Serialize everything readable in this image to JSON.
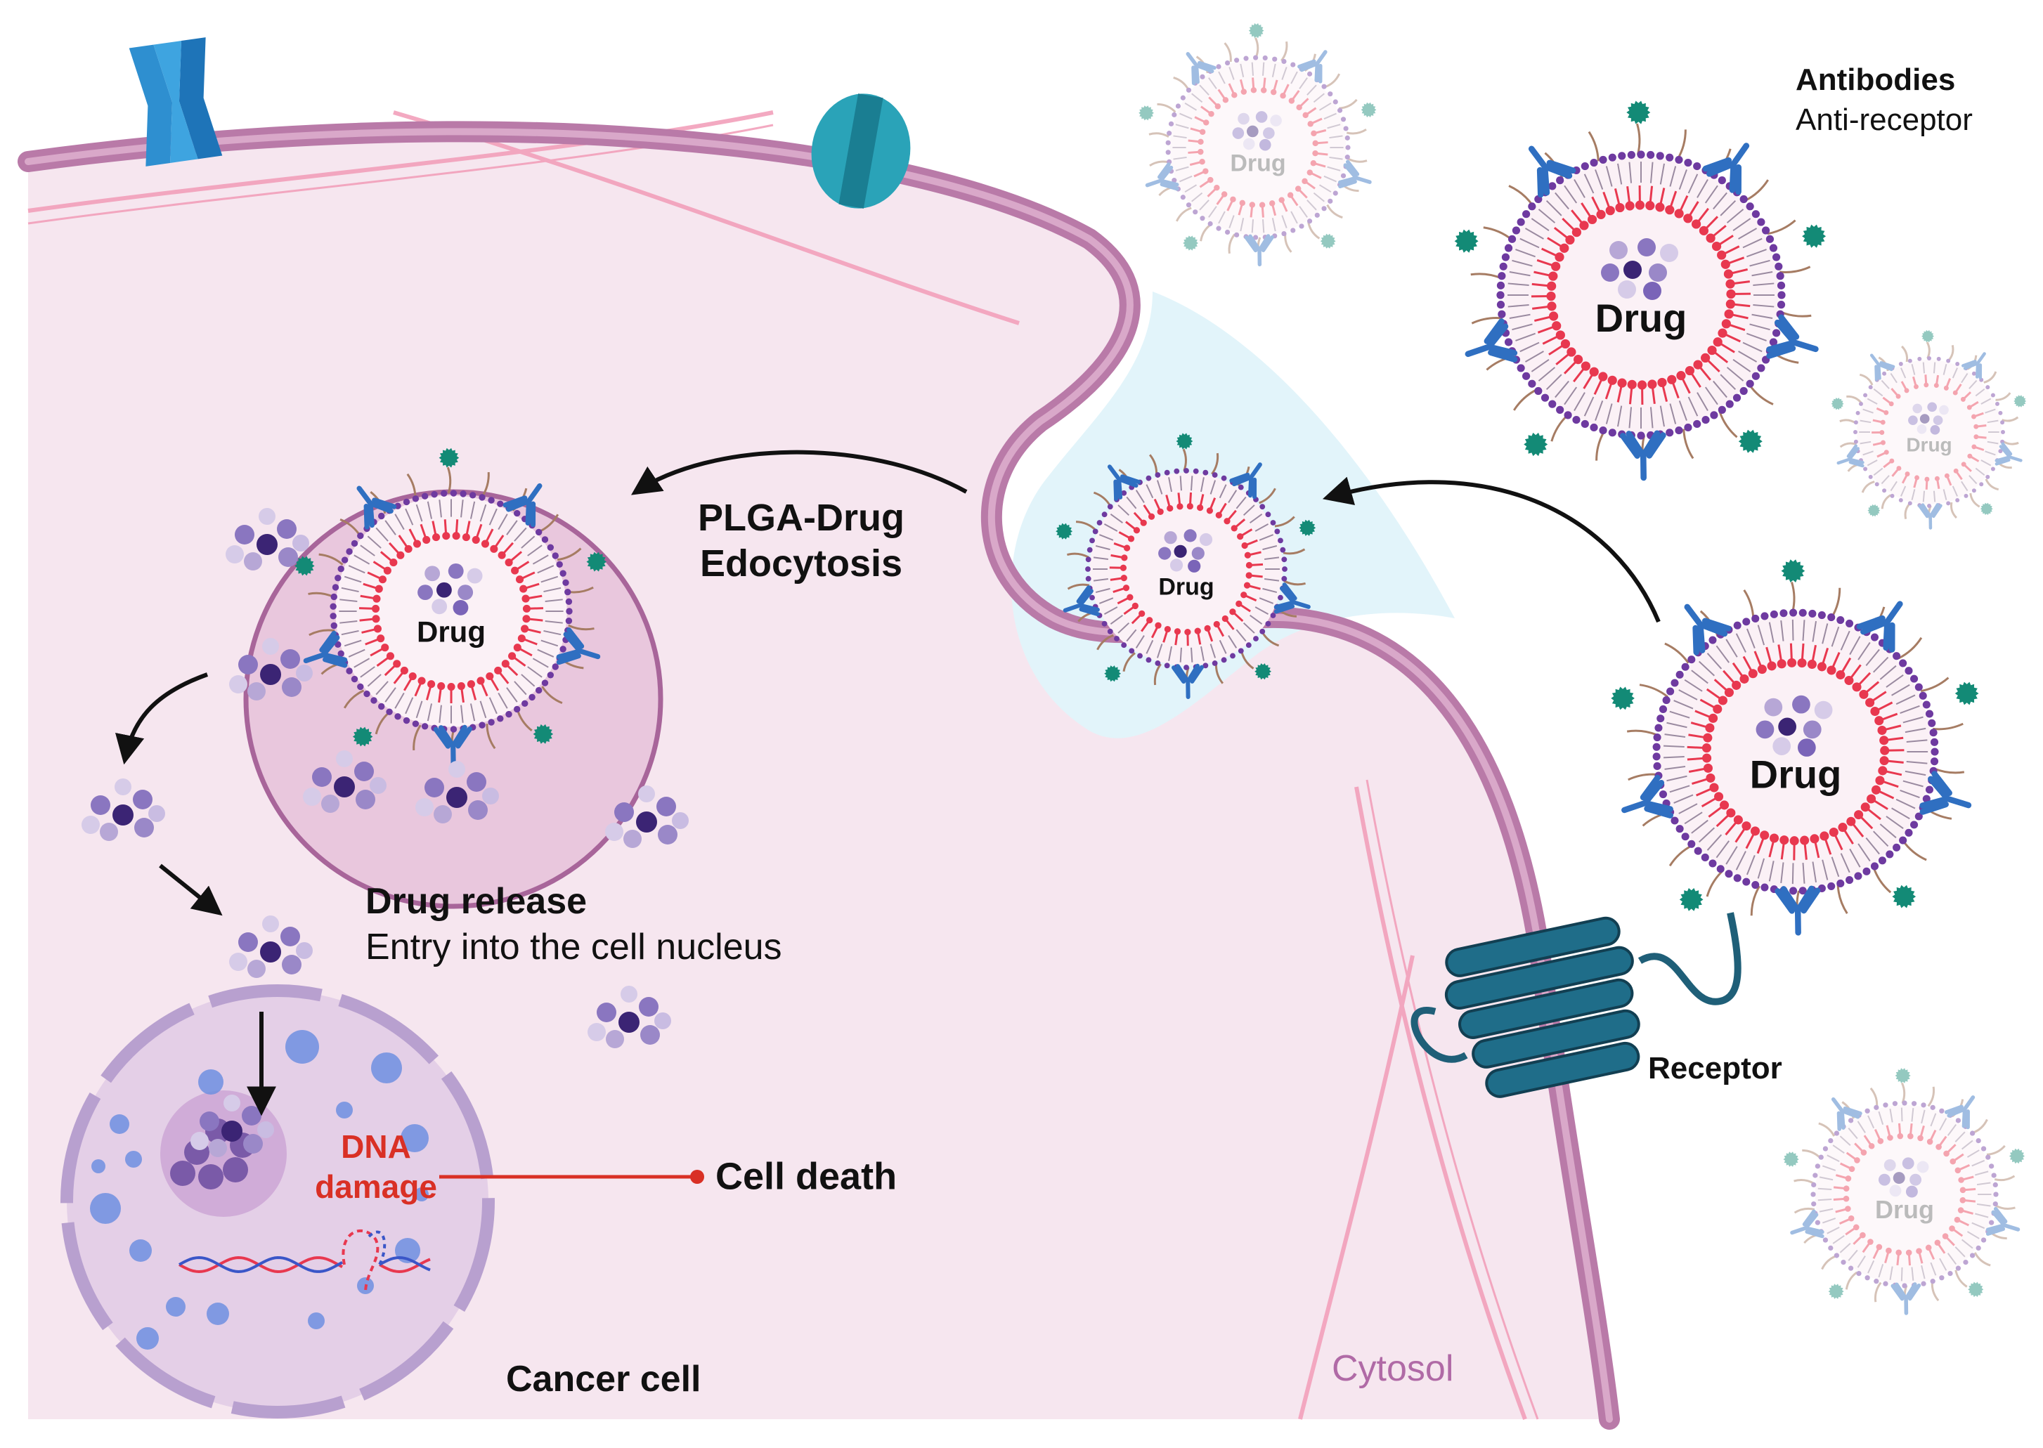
{
  "labels": {
    "antibodies": "Antibodies",
    "anti_receptor": "Anti-receptor",
    "plga_drug": "PLGA-Drug",
    "edocytosis": "Edocytosis",
    "drug_release": "Drug release",
    "entry_nucleus": "Entry into the cell nucleus",
    "dna": "DNA",
    "damage": "damage",
    "cell_death": "Cell death",
    "receptor": "Receptor",
    "cancer_cell": "Cancer cell",
    "cytosol": "Cytosol"
  },
  "nanoparticles": [
    {
      "id": "np-topright-large",
      "label": "Drug",
      "faded": false
    },
    {
      "id": "np-top-faded",
      "label": "Drug",
      "faded": true
    },
    {
      "id": "np-right-small-faded",
      "label": "Drug",
      "faded": true
    },
    {
      "id": "np-endocytosis",
      "label": "Drug",
      "faded": false
    },
    {
      "id": "np-receptor-bound",
      "label": "Drug",
      "faded": false
    },
    {
      "id": "np-endosome",
      "label": "Drug",
      "faded": false
    },
    {
      "id": "np-bottomright-faded",
      "label": "Drug",
      "faded": true
    }
  ],
  "colors": {
    "membrane": "#b97aa8",
    "cytoplasm": "#f6e6ef",
    "extracellular_pocket": "#e2f4fa",
    "lipid_head": "#e8384f",
    "np_outer": "#6e3aa0",
    "antibody": "#2f6fc1",
    "ligand": "#138a76",
    "receptor": "#1f5f78",
    "drug_molecule": "#7a64b8",
    "inhibition_line": "#d93025",
    "dna_red": "#e8384f",
    "dna_blue": "#3a56c8"
  }
}
